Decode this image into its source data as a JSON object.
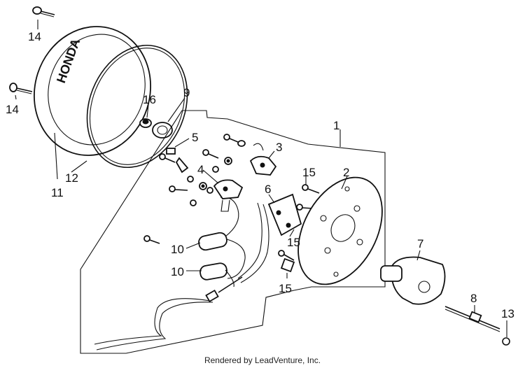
{
  "callouts": {
    "c1": "1",
    "c2": "2",
    "c3": "3",
    "c4": "4",
    "c5": "5",
    "c6": "6",
    "c7": "7",
    "c8": "8",
    "c9": "9",
    "c10a": "10",
    "c10b": "10",
    "c11": "11",
    "c12": "12",
    "c13": "13",
    "c14a": "14",
    "c14b": "14",
    "c15a": "15",
    "c15b": "15",
    "c15c": "15",
    "c16": "16"
  },
  "cover_brand": "HONDA",
  "footer": "Rendered by LeadVenture, Inc."
}
